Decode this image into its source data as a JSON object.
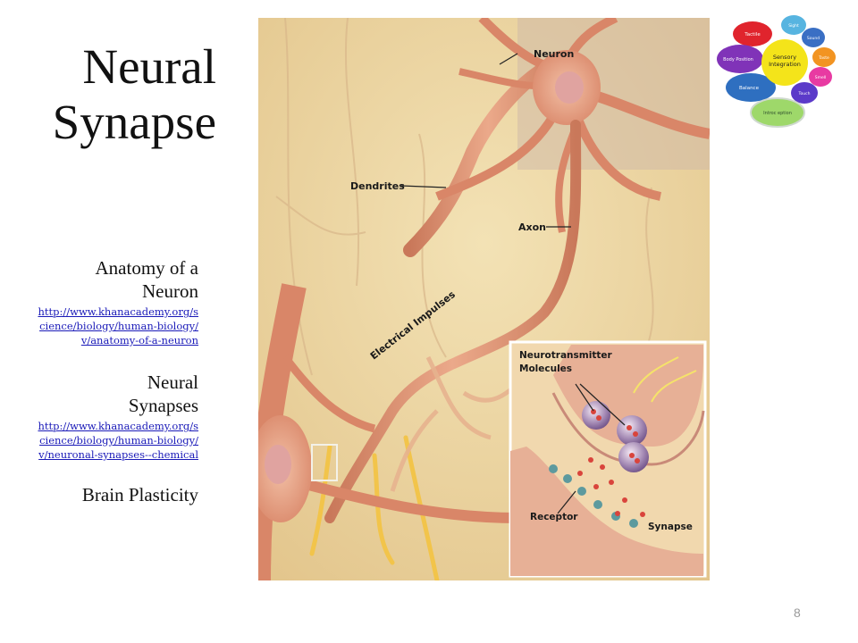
{
  "slide": {
    "title_line1": "Neural",
    "title_line2": "Synapse",
    "page_number": "8"
  },
  "resources": [
    {
      "heading_line1": "Anatomy of a",
      "heading_line2": "Neuron",
      "url": "http://www.khanacademy.org/science/biology/human-biology/v/anatomy-of-a-neuron"
    },
    {
      "heading_line1": "Neural",
      "heading_line2": "Synapses",
      "url": "http://www.khanacademy.org/science/biology/human-biology/v/neuronal-synapses--chemical"
    },
    {
      "heading_line1": "Brain Plasticity"
    }
  ],
  "diagram": {
    "labels": {
      "neuron": "Neuron",
      "dendrites": "Dendrites",
      "axon": "Axon",
      "impulses": "Electrical Impulses",
      "neurotransmitter_line1": "Neurotransmitter",
      "neurotransmitter_line2": "Molecules",
      "receptor": "Receptor",
      "synapse": "Synapse"
    }
  },
  "sensory_wheel": {
    "center_line1": "Sensory",
    "center_line2": "Integration",
    "petals": [
      "Tactile",
      "Sight",
      "Sound",
      "Taste",
      "Smell",
      "Touch",
      "Balance",
      "Body Position",
      "Introc eption"
    ]
  }
}
